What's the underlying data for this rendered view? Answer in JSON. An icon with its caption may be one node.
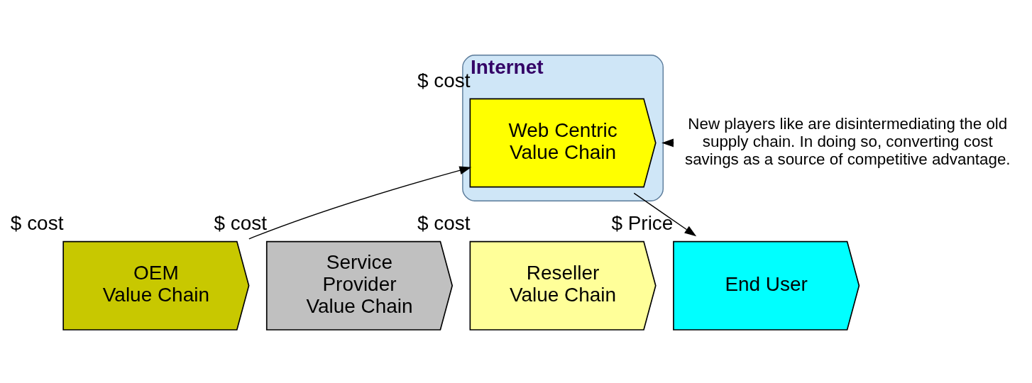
{
  "diagram": {
    "nodes": [
      {
        "text": [
          "Internet"
        ]
      },
      {
        "text": [
          "Web Centric",
          "Value Chain"
        ],
        "in": 0,
        "beside": [
          "$ cost"
        ]
      },
      {
        "text": [
          "OEM",
          "Value Chain"
        ],
        "beside": [
          "$ cost"
        ]
      },
      {
        "text": [
          "Service Provider",
          "Value Chain"
        ],
        "beside": [
          "$ cost"
        ]
      },
      {
        "text": [
          "Reseller",
          "Value Chain"
        ],
        "beside": [
          "$ cost"
        ]
      },
      {
        "text": [
          "End User"
        ],
        "beside": [
          "$ Price"
        ]
      },
      {
        "text": [
          "New players like are disintermediating the old supply chain. In doing so, converting cost savings as a source of competitive advantage."
        ]
      }
    ],
    "edges": [
      {
        "from": 2,
        "to": 1,
        "arrow": "to"
      },
      {
        "from": 1,
        "to": 5,
        "arrow": "to"
      },
      {
        "from": 6,
        "to": 0,
        "arrow": "to"
      }
    ]
  }
}
